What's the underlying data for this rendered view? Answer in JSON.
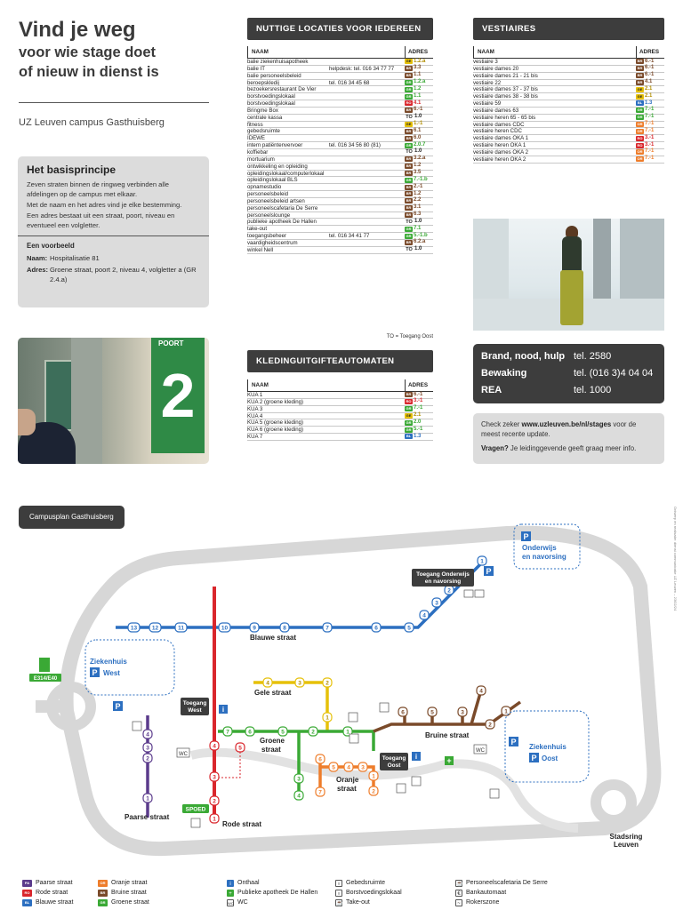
{
  "header": {
    "title": "Vind je weg",
    "subtitle_line1": "voor wie stage doet",
    "subtitle_line2": "of nieuw in dienst is",
    "campus": "UZ Leuven campus Gasthuisberg"
  },
  "basis": {
    "title": "Het basisprincipe",
    "p1": "Zeven straten binnen de ringweg verbinden alle afdelingen op de campus met elkaar.",
    "p2": "Met de naam en het adres vind je elke bestemming.",
    "p3": "Een adres bestaat uit een straat, poort, niveau en eventueel een volgletter.",
    "example_title": "Een voorbeeld",
    "naam_label": "Naam:",
    "naam_value": "Hospitalisatie 81",
    "adres_label": "Adres:",
    "adres_value": "Groene straat, poort 2, niveau 4, volgletter a (GR 2.4.a)"
  },
  "photo1": {
    "sign_small": "POORT",
    "sign_big": "2"
  },
  "colors": {
    "PA": "#5b3b8c",
    "RO": "#d9262c",
    "BL": "#2c6fc0",
    "GE": "#e6c10a",
    "GR": "#3aa935",
    "OR": "#ee7d2b",
    "BR": "#7a4a2a",
    "TO": "#ffffff"
  },
  "locaties": {
    "title": "NUTTIGE LOCATIES VOOR IEDEREEN",
    "col_naam": "NAAM",
    "col_adres": "ADRES",
    "rows": [
      {
        "n": "balie ziekenhuisapotheek",
        "p": "",
        "c": "GE",
        "v": "1.2.a"
      },
      {
        "n": "balie IT",
        "p": "helpdesk: tel. 016 34 77 77",
        "c": "BR",
        "v": "3.3"
      },
      {
        "n": "balie personeelsbeleid",
        "p": "",
        "c": "BR",
        "v": "1.1"
      },
      {
        "n": "beroepskledij",
        "p": "tel. 016 34 45 68",
        "c": "GR",
        "v": "1.2.a"
      },
      {
        "n": "bezoekersrestaurant De Vier",
        "p": "",
        "c": "GR",
        "v": "1.2"
      },
      {
        "n": "borstvoedingslokaal",
        "p": "",
        "c": "GR",
        "v": "1.1"
      },
      {
        "n": "borstvoedingslokaal",
        "p": "",
        "c": "RO",
        "v": "4.1"
      },
      {
        "n": "Bringme Box",
        "p": "",
        "c": "BR",
        "v": "6.-1"
      },
      {
        "n": "centrale kassa",
        "p": "",
        "c": "TO",
        "v": "1.0"
      },
      {
        "n": "fitness",
        "p": "",
        "c": "GE",
        "v": "1.-1"
      },
      {
        "n": "gebedsruimte",
        "p": "",
        "c": "BR",
        "v": "6.1"
      },
      {
        "n": "IDEWE",
        "p": "",
        "c": "BR",
        "v": "6.0"
      },
      {
        "n": "intern patiëntenvervoer",
        "p": "tel. 016 34 56 80 (81)",
        "c": "GR",
        "v": "2.0.7"
      },
      {
        "n": "koffiebar",
        "p": "",
        "c": "TO",
        "v": "1.0"
      },
      {
        "n": "mortuarium",
        "p": "",
        "c": "BR",
        "v": "3.2.a"
      },
      {
        "n": "ontwikkeling en opleiding",
        "p": "",
        "c": "BR",
        "v": "1.2"
      },
      {
        "n": "opleidingslokaal/computerlokaal",
        "p": "",
        "c": "BR",
        "v": "3.5"
      },
      {
        "n": "opleidingslokaal BLS",
        "p": "",
        "c": "GR",
        "v": "7.-1.b"
      },
      {
        "n": "opnamestudio",
        "p": "",
        "c": "BR",
        "v": "2.-1"
      },
      {
        "n": "personeelsbeleid",
        "p": "",
        "c": "BR",
        "v": "1.2"
      },
      {
        "n": "personeelsbeleid artsen",
        "p": "",
        "c": "BR",
        "v": "2.2"
      },
      {
        "n": "personeelscafetaria De Serre",
        "p": "",
        "c": "BR",
        "v": "3.1"
      },
      {
        "n": "personeelslounge",
        "p": "",
        "c": "BR",
        "v": "6.3"
      },
      {
        "n": "publieke apotheek De Hallen",
        "p": "",
        "c": "TO",
        "v": "1.0"
      },
      {
        "n": "take-out",
        "p": "",
        "c": "GR",
        "v": "7.1"
      },
      {
        "n": "toegangsbeheer",
        "p": "tel. 016 34 41 77",
        "c": "GR",
        "v": "5.-1.b"
      },
      {
        "n": "vaardigheidscentrum",
        "p": "",
        "c": "BR",
        "v": "6.2.a"
      },
      {
        "n": "winkel Nell",
        "p": "",
        "c": "TO",
        "v": "1.0"
      }
    ],
    "note": "TO = Toegang Oost"
  },
  "kua": {
    "title": "KLEDINGUITGIFTEAUTOMATEN (KUA'S)",
    "col_naam": "NAAM",
    "col_adres": "ADRES",
    "rows": [
      {
        "n": "KUA 1",
        "c": "BR",
        "v": "6.-1"
      },
      {
        "n": "KUA 2 (groene kleding)",
        "c": "RO",
        "v": "3.-1"
      },
      {
        "n": "KUA 3",
        "c": "GR",
        "v": "7.-1"
      },
      {
        "n": "KUA 4",
        "c": "GE",
        "v": "2.1"
      },
      {
        "n": "KUA 5 (groene kleding)",
        "c": "GR",
        "v": "2.0"
      },
      {
        "n": "KUA 6 (groene kleding)",
        "c": "GR",
        "v": "5.-1"
      },
      {
        "n": "KUA 7",
        "c": "BL",
        "v": "1.3"
      }
    ]
  },
  "vestiaires": {
    "title": "VESTIAIRES",
    "col_naam": "NAAM",
    "col_adres": "ADRES",
    "rows": [
      {
        "n": "vestiaire 3",
        "c": "BR",
        "v": "6.-1"
      },
      {
        "n": "vestiaire dames 20",
        "c": "BR",
        "v": "6.-1"
      },
      {
        "n": "vestiaire dames 21 - 21 bis",
        "c": "BR",
        "v": "6.-1"
      },
      {
        "n": "vestiaire 22",
        "c": "BR",
        "v": "4.1"
      },
      {
        "n": "vestiaire dames 37 - 37 bis",
        "c": "GE",
        "v": "2.1"
      },
      {
        "n": "vestiaire dames 38 - 38 bis",
        "c": "GE",
        "v": "2.1"
      },
      {
        "n": "vestiaire 59",
        "c": "BL",
        "v": "1.3"
      },
      {
        "n": "vestiaire dames 63",
        "c": "GR",
        "v": "7.-1"
      },
      {
        "n": "vestiaire heren 65 - 65 bis",
        "c": "GR",
        "v": "7.-1"
      },
      {
        "n": "vestiaire dames CDC",
        "c": "OR",
        "v": "7.-1"
      },
      {
        "n": "vestiaire heren CDC",
        "c": "OR",
        "v": "7.-1"
      },
      {
        "n": "vestiaire dames OKA 1",
        "c": "RO",
        "v": "3.-1"
      },
      {
        "n": "vestiaire heren OKA 1",
        "c": "RO",
        "v": "3.-1"
      },
      {
        "n": "vestiaire dames OKA 2",
        "c": "OR",
        "v": "7.-1"
      },
      {
        "n": "vestiaire heren OKA 2",
        "c": "OR",
        "v": "7.-1"
      }
    ]
  },
  "emergency": {
    "rows": [
      {
        "label": "Brand, nood, hulp",
        "value": "tel. 2580"
      },
      {
        "label": "Bewaking",
        "value": "tel. (016 3)4 04 04"
      },
      {
        "label": "REA",
        "value": "tel. 1000"
      }
    ]
  },
  "check": {
    "pre": "Check zeker ",
    "url": "www.uzleuven.be/nl/stages",
    "post": " voor de meest recente update.",
    "q_bold": "Vragen?",
    "q_rest": " Je leidinggevende geeft graag meer info."
  },
  "map": {
    "button": "Campusplan Gasthuisberg",
    "streets": {
      "blauw": "Blauwe straat",
      "geel": "Gele straat",
      "groen1": "Groene",
      "groen2": "straat",
      "bruin": "Bruine straat",
      "oranje1": "Oranje",
      "oranje2": "straat",
      "paars": "Paarse straat",
      "rood": "Rode straat"
    },
    "places": {
      "onderwijs1": "Onderwijs",
      "onderwijs2": "en navorsing",
      "zh_west1": "Ziekenhuis",
      "zh_west2": "West",
      "zh_oost1": "Ziekenhuis",
      "zh_oost2": "Oost",
      "toegang_onderwijs1": "Toegang Onderwijs",
      "toegang_onderwijs2": "en navorsing",
      "toegang_west1": "Toegang",
      "toegang_west2": "West",
      "toegang_oost1": "Toegang",
      "toegang_oost2": "Oost",
      "spoed": "SPOED",
      "e314": "E314/E40",
      "ring1": "Stadsring",
      "ring2": "Leuven",
      "p": "P"
    },
    "side_note": "Ontwerp en realisatie: dienst communicatie UZ Leuven – 23/02/24"
  },
  "legend": {
    "streets": [
      {
        "code": "PA",
        "label": "Paarse straat",
        "color": "#5b3b8c"
      },
      {
        "code": "RO",
        "label": "Rode straat",
        "color": "#d9262c"
      },
      {
        "code": "BL",
        "label": "Blauwe straat",
        "color": "#2c6fc0"
      },
      {
        "code": "OR",
        "label": "Oranje straat",
        "color": "#ee7d2b"
      },
      {
        "code": "BR",
        "label": "Bruine straat",
        "color": "#7a4a2a"
      },
      {
        "code": "GR",
        "label": "Groene straat",
        "color": "#3aa935"
      }
    ],
    "icons1": [
      {
        "icon": "i",
        "label": "Onthaal"
      },
      {
        "icon": "+",
        "label": "Publieke apotheek De Hallen"
      },
      {
        "icon": "WC",
        "label": "WC"
      }
    ],
    "icons2": [
      {
        "icon": "♁",
        "label": "Gebedsruimte"
      },
      {
        "icon": "♁",
        "label": "Borstvoedingslokaal"
      },
      {
        "icon": "☕",
        "label": "Take-out"
      }
    ],
    "icons3": [
      {
        "icon": "☕",
        "label": "Personeelscafetaria De Serre"
      },
      {
        "icon": "€",
        "label": "Bankautomaat"
      },
      {
        "icon": "~",
        "label": "Rokerszone"
      }
    ]
  }
}
